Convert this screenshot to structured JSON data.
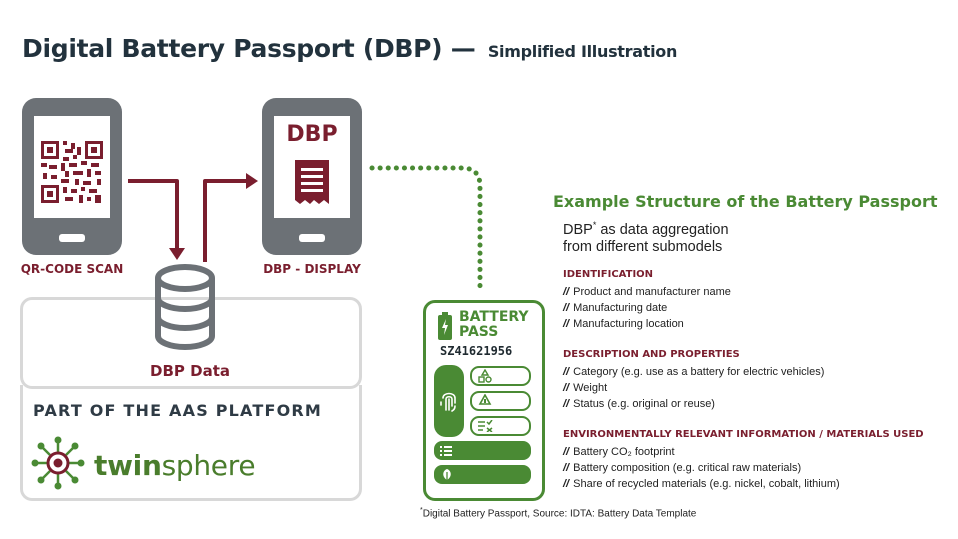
{
  "title": "Digital Battery Passport (DBP) —",
  "subtitle": "Simplified Illustration",
  "left_phone": {
    "label": "QR-CODE SCAN",
    "icon": "qr-code-icon"
  },
  "right_phone": {
    "screen_text": "DBP",
    "label": "DBP - DISPLAY",
    "icon": "receipt-icon"
  },
  "database": {
    "label": "DBP Data",
    "icon": "database-icon"
  },
  "platform": {
    "label": "PART OF THE AAS PLATFORM"
  },
  "brand": {
    "name_bold": "twin",
    "name_regular": "sphere",
    "icon": "twinsphere-logo-icon"
  },
  "battery_card": {
    "title_line1": "BATTERY",
    "title_line2": "PASS",
    "id": "SZ41621956",
    "icons": [
      "battery-icon",
      "fingerprint-icon",
      "shapes-icon",
      "recycle-icon",
      "check-list-icon",
      "list-icon",
      "leaf-icon"
    ]
  },
  "structure": {
    "heading": "Example Structure of the Battery Passport",
    "intro_line1_a": "DBP",
    "intro_line1_sup": "*",
    "intro_line1_b": " as data aggregation",
    "intro_line2": "from different submodels",
    "sections": [
      {
        "heading": "IDENTIFICATION",
        "items": [
          "Product and manufacturer name",
          "Manufacturing date",
          "Manufacturing location"
        ]
      },
      {
        "heading": "DESCRIPTION AND PROPERTIES",
        "items": [
          "Category (e.g. use as a battery for electric vehicles)",
          "Weight",
          "Status (e.g. original or reuse)"
        ]
      },
      {
        "heading": "ENVIRONMENTALLY RELEVANT INFORMATION / MATERIALS USED",
        "items": [
          "Battery CO₂ footprint",
          "Battery composition (e.g. critical raw materials)",
          "Share of recycled materials (e.g. nickel, cobalt, lithium)"
        ]
      }
    ],
    "bullet": "//"
  },
  "footnote_mark": "*",
  "footnote": "Digital Battery Passport, Source: IDTA: Battery Data Template",
  "colors": {
    "dark": "#22323d",
    "maroon": "#7a1e2e",
    "green": "#4a8a34",
    "phone": "#6c7176",
    "border": "#d8d8d8"
  }
}
